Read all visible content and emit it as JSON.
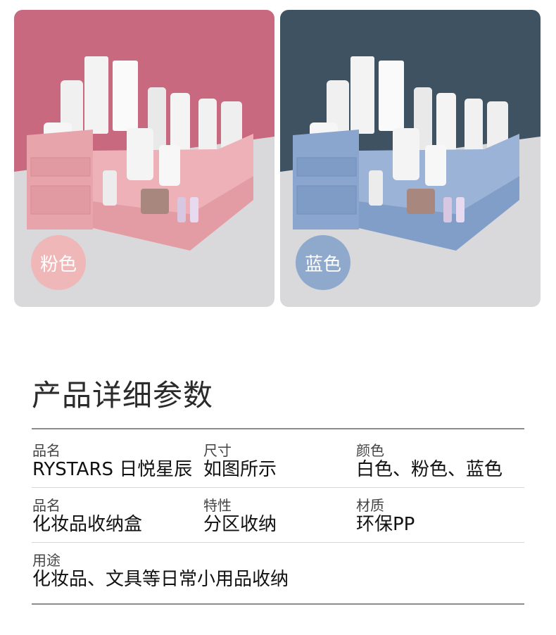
{
  "colors": {
    "pink_bg": "#c9697f",
    "blue_bg": "#3f5262",
    "pink_box": "#e8a4ab",
    "blue_box": "#8aa6cf"
  },
  "swatches": {
    "pink_label": "粉色",
    "blue_label": "蓝色"
  },
  "section_title": "产品详细参数",
  "params": {
    "row1": {
      "brand": {
        "label": "品名",
        "value": "RYSTARS 日悦星辰"
      },
      "size": {
        "label": "尺寸",
        "value": "如图所示"
      },
      "color": {
        "label": "颜色",
        "value": "白色、粉色、蓝色"
      }
    },
    "row2": {
      "name": {
        "label": "品名",
        "value": "化妆品收纳盒"
      },
      "feature": {
        "label": "特性",
        "value": "分区收纳"
      },
      "material": {
        "label": "材质",
        "value": "环保PP"
      }
    },
    "row3": {
      "usage": {
        "label": "用途",
        "value": "化妆品、文具等日常小用品收纳"
      }
    }
  }
}
